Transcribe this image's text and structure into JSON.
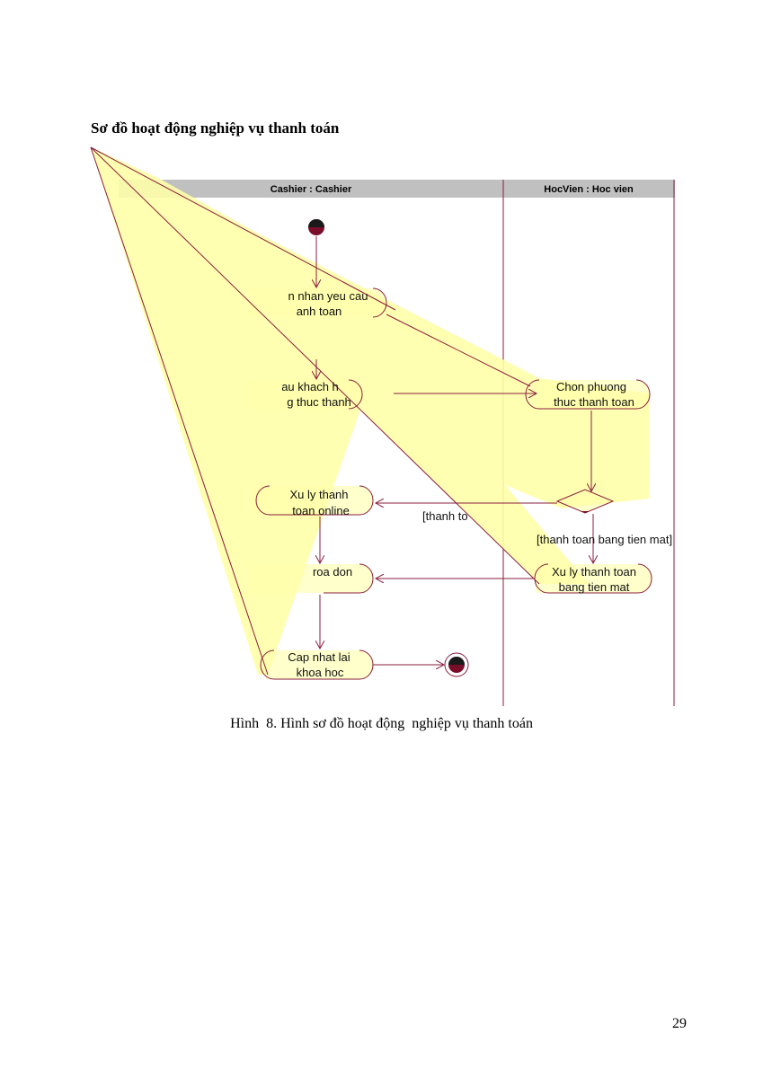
{
  "page": {
    "heading": "Sơ đồ hoạt động nghiệp vụ thanh toán",
    "caption": "Hình  8. Hình sơ đồ hoạt động  nghiệp vụ thanh toán",
    "page_number": "29"
  },
  "colors": {
    "line": "#8a1c3c",
    "fill": "#ffffcc",
    "header": "#c0c0c0",
    "node_dark": "#7a0e2a"
  },
  "diagram": {
    "swimlanes": [
      {
        "id": "cashier",
        "label": "Cashier : Cashier"
      },
      {
        "id": "hocvien",
        "label": "HocVien : Hoc vien"
      }
    ],
    "activities": [
      {
        "id": "receive",
        "lines": [
          "n nhan yeu cau",
          "anh toan"
        ]
      },
      {
        "id": "request_method",
        "lines": [
          "au khach h",
          "g thuc thanh"
        ]
      },
      {
        "id": "choose_method",
        "lines": [
          "Chon phuong",
          "thuc thanh toan"
        ]
      },
      {
        "id": "online",
        "lines": [
          "Xu ly thanh",
          "toan online"
        ]
      },
      {
        "id": "invoice",
        "lines": [
          "roa don"
        ]
      },
      {
        "id": "cash",
        "lines": [
          "Xu ly thanh toan",
          "bang tien mat"
        ]
      },
      {
        "id": "update",
        "lines": [
          "Cap nhat lai",
          "khoa hoc"
        ]
      }
    ],
    "guards": [
      {
        "id": "online_guard",
        "text": "[thanh to"
      },
      {
        "id": "cash_guard",
        "text": "[thanh toan bang tien mat]"
      }
    ]
  }
}
